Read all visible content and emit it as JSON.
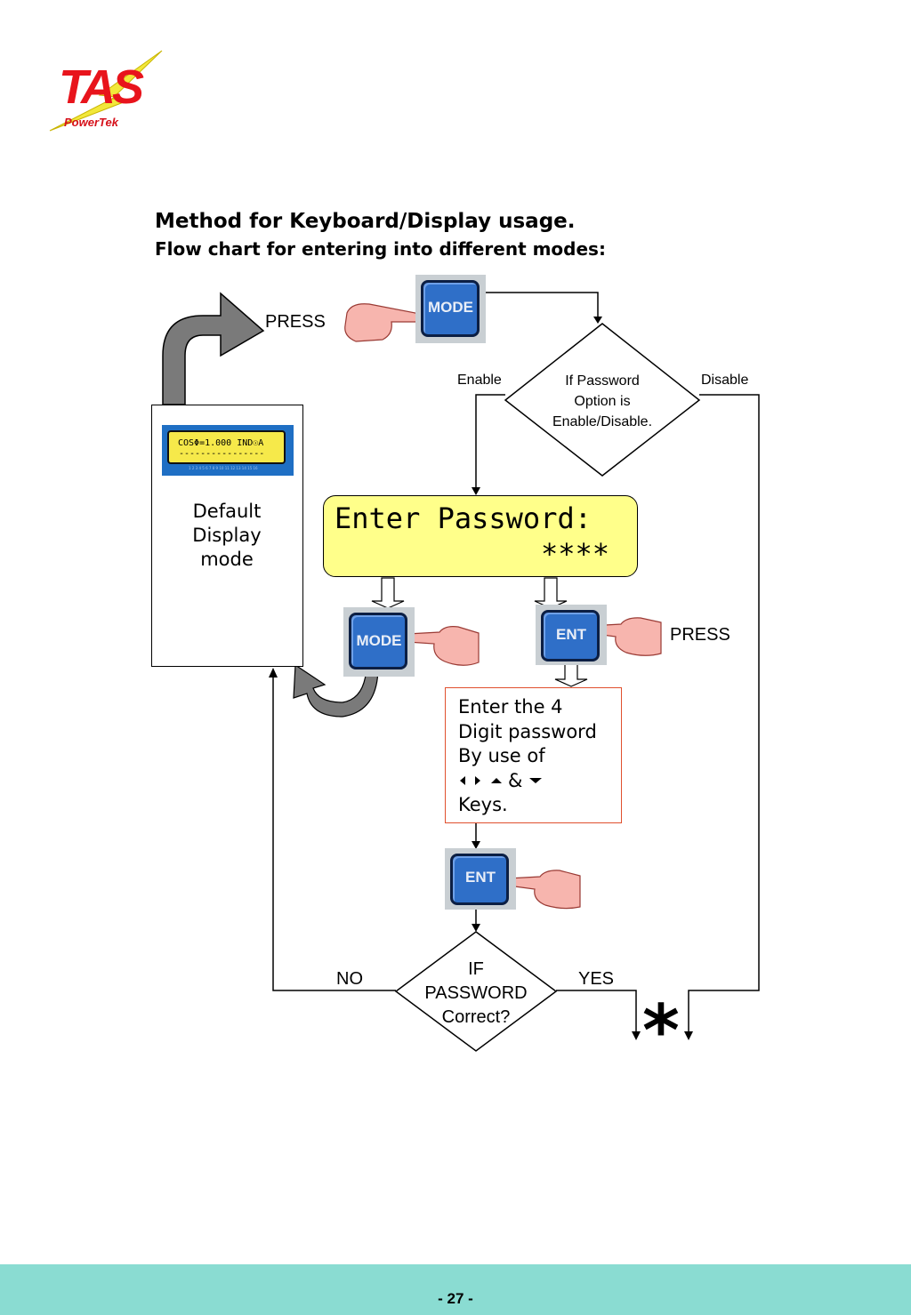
{
  "logo": {
    "brand": "TAS",
    "sub": "PowerTek"
  },
  "heading": {
    "title": "Method for Keyboard/Display usage.",
    "subtitle": "Flow chart for entering into different modes:"
  },
  "flow": {
    "press_top": "PRESS",
    "press_right": "PRESS",
    "mode_key": "MODE",
    "ent_key": "ENT",
    "decision_password_option": [
      "If Password",
      "Option is",
      "Enable/Disable."
    ],
    "enable": "Enable",
    "disable": "Disable",
    "default_display": {
      "lcd_line1": "COSΦ=1.000 IND☉A",
      "lcd_line2": "----------------",
      "lcd_pins": "1 2 3 4 5 6 7 8 9 10 11 12 13 14 15 16",
      "label": [
        "Default",
        "Display",
        "mode"
      ]
    },
    "password_lcd": {
      "line1": "Enter Password:",
      "line2": "****"
    },
    "enter_instructions": [
      "Enter the 4",
      "Digit password",
      "By use of",
      "& ",
      "Keys."
    ],
    "decision_correct": [
      "IF",
      "PASSWORD",
      "Correct?"
    ],
    "no": "NO",
    "yes": "YES",
    "end_marker": "*"
  },
  "footer": {
    "page_number": "- 27 -"
  },
  "colors": {
    "logo_red": "#e8141c",
    "logo_bolt": "#f2e83a",
    "key_blue": "#2f6fc8",
    "lcd_yellow": "#ffff8a",
    "footer_teal": "#8adcd2",
    "box_border_red": "#e0502e"
  }
}
